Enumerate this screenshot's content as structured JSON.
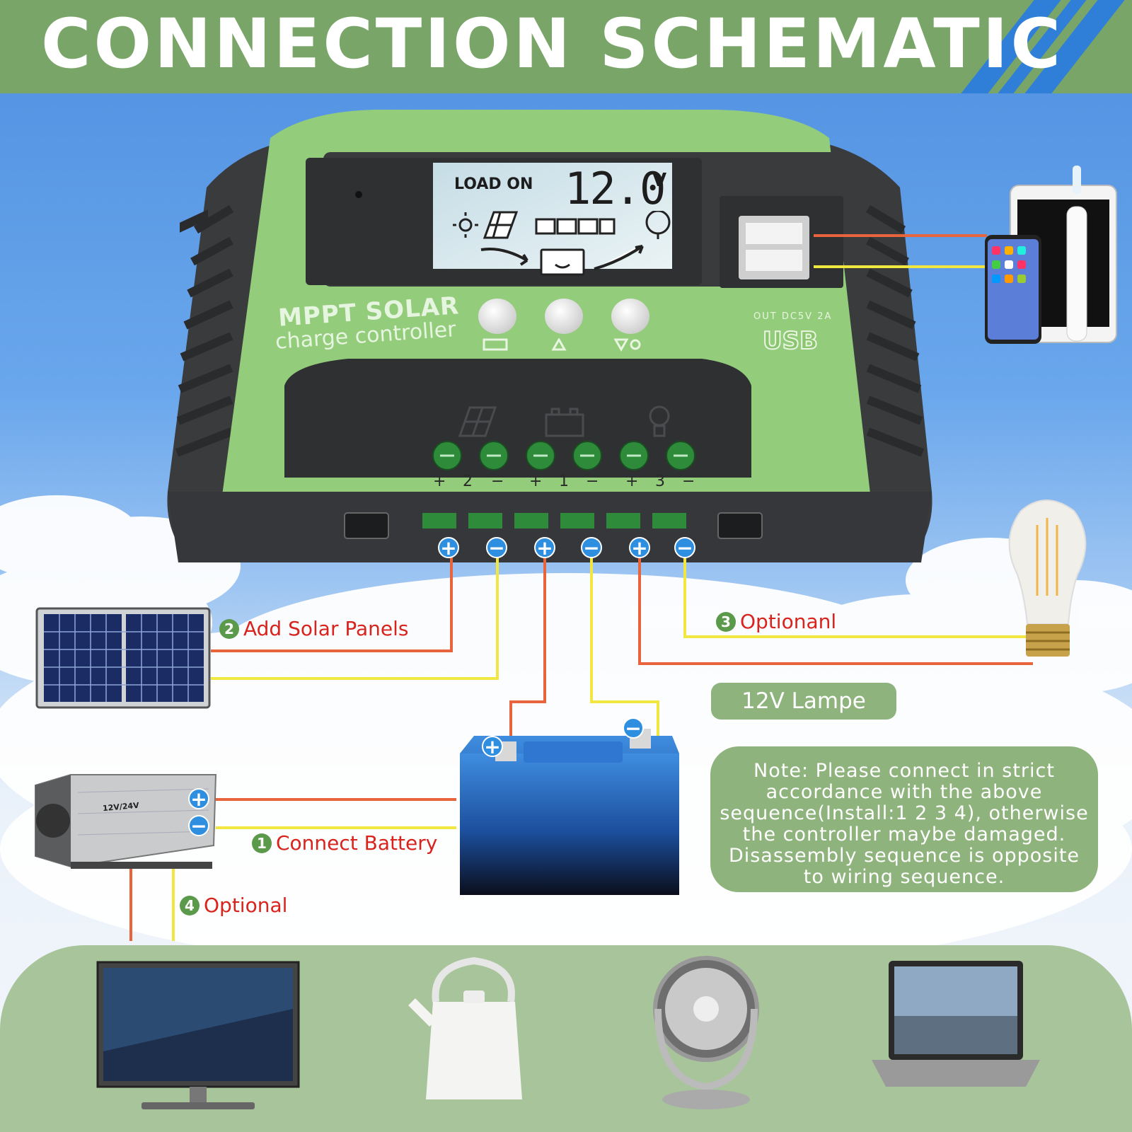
{
  "header": {
    "title": "CONNECTION SCHEMATIC"
  },
  "colors": {
    "banner": "#7aa568",
    "wire_positive": "#e8643c",
    "wire_negative": "#f2e640",
    "accent_green": "#8fb37d",
    "step_text": "#d9231d"
  },
  "controller": {
    "lcd": {
      "status": "LOAD ON",
      "reading": "12.0",
      "unit": "V"
    },
    "brand_line1": "MPPT SOLAR",
    "brand_line2": "charge controller",
    "usb_spec": "OUT DC5V 2A",
    "usb_logo": "USB",
    "buttons": [
      "menu",
      "up",
      "down-load"
    ],
    "terminal_labels": [
      "+",
      "2",
      "−",
      "+",
      "1",
      "−",
      "+",
      "3",
      "−"
    ]
  },
  "steps": {
    "s2": {
      "num": "2",
      "text": "Add Solar Panels"
    },
    "s3": {
      "num": "3",
      "text": "Optionanl"
    },
    "s1": {
      "num": "1",
      "text": "Connect Battery"
    },
    "s4": {
      "num": "4",
      "text": "Optional"
    }
  },
  "labels": {
    "lamp": "12V Lampe",
    "inverter_text": "12V/24V"
  },
  "note": "Note: Please connect in strict accordance with the above sequence(Install:1 2 3 4), otherwise the controller maybe damaged. Disassembly sequence is opposite to wiring sequence.",
  "icons": [
    "solar-panel-icon",
    "battery-icon",
    "bulb-icon",
    "sun-icon",
    "phone-icon",
    "tablet-icon",
    "toothbrush-icon",
    "lightbulb-icon",
    "inverter-icon",
    "tv-icon",
    "kettle-icon",
    "fan-icon",
    "laptop-icon"
  ]
}
